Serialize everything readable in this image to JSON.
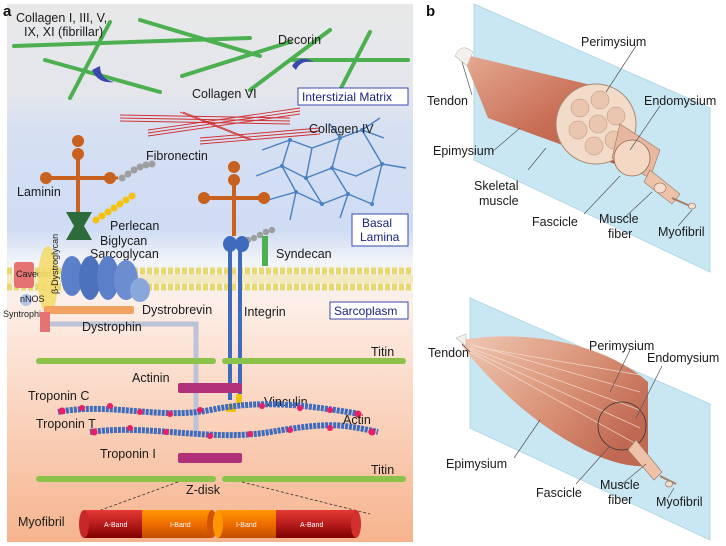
{
  "panel_a": {
    "letter": "a",
    "collagen_fibrillar": [
      "Collagen I, III, V,",
      "IX, XI (fibrillar)"
    ],
    "decorin": "Decorin",
    "collagen_vi": "Collagen VI",
    "interstitial_matrix": "Interstizial Matrix",
    "collagen_iv": "Collagen IV",
    "laminin": "Laminin",
    "fibronectin": "Fibronectin",
    "perlecan": "Perlecan",
    "biglycan": "Biglycan",
    "sarcoglycan": "Sarcoglycan",
    "basal_lamina": [
      "Basal",
      "Lamina"
    ],
    "syndecan": "Syndecan",
    "dystrobrevin": "Dystrobrevin",
    "integrin": "Integrin",
    "sarcoplasm": "Sarcoplasm",
    "dystrophin": "Dystrophin",
    "syntrophin": "Syntrophin",
    "nnos": "nNOS",
    "caveolin": "Caveolin",
    "dystroglycan": "β-Dystroglycan",
    "titin_top": "Titin",
    "actinin": "Actinin",
    "troponin_c": "Troponin C",
    "vinculin": "Vinculin",
    "troponin_t": "Troponin T",
    "actin": "Actin",
    "troponin_i": "Troponin I",
    "titin_bottom": "Titin",
    "z_disk": "Z-disk",
    "myofibril": "Myofibril",
    "a_band": "A-Band",
    "i_band": "I-Band"
  },
  "panel_b": {
    "letter": "b",
    "top": {
      "perimysium": "Perimysium",
      "tendon": "Tendon",
      "endomysium": "Endomysium",
      "epimysium": "Epimysium",
      "skeletal_muscle": [
        "Skeletal",
        "muscle"
      ],
      "fascicle": "Fascicle",
      "muscle_fiber": [
        "Muscle",
        "fiber"
      ],
      "myofibril": "Myofibril"
    },
    "bottom": {
      "perimysium": "Perimysium",
      "tendon": "Tendon",
      "endomysium": "Endomysium",
      "epimysium": "Epimysium",
      "fascicle": "Fascicle",
      "muscle_fiber": [
        "Muscle",
        "fiber"
      ],
      "myofibril": "Myofibril"
    }
  },
  "colors": {
    "collagen_fibrillar": "#4caf50",
    "collagen_vi": "#d32f2f",
    "collagen_iv": "#4a7fc1",
    "laminin": "#c8601e",
    "decorin": "#3949ab",
    "membrane_head": "#e8d870",
    "actin": "#3f6bbf",
    "troponin": "#e91e63",
    "titin": "#8bc34a",
    "actinin": "#b0307a",
    "myofibril_dark": "#b71c1c",
    "myofibril_light": "#ef6c00",
    "muscle": "#d98c6e",
    "plane": "#b8dff0"
  }
}
